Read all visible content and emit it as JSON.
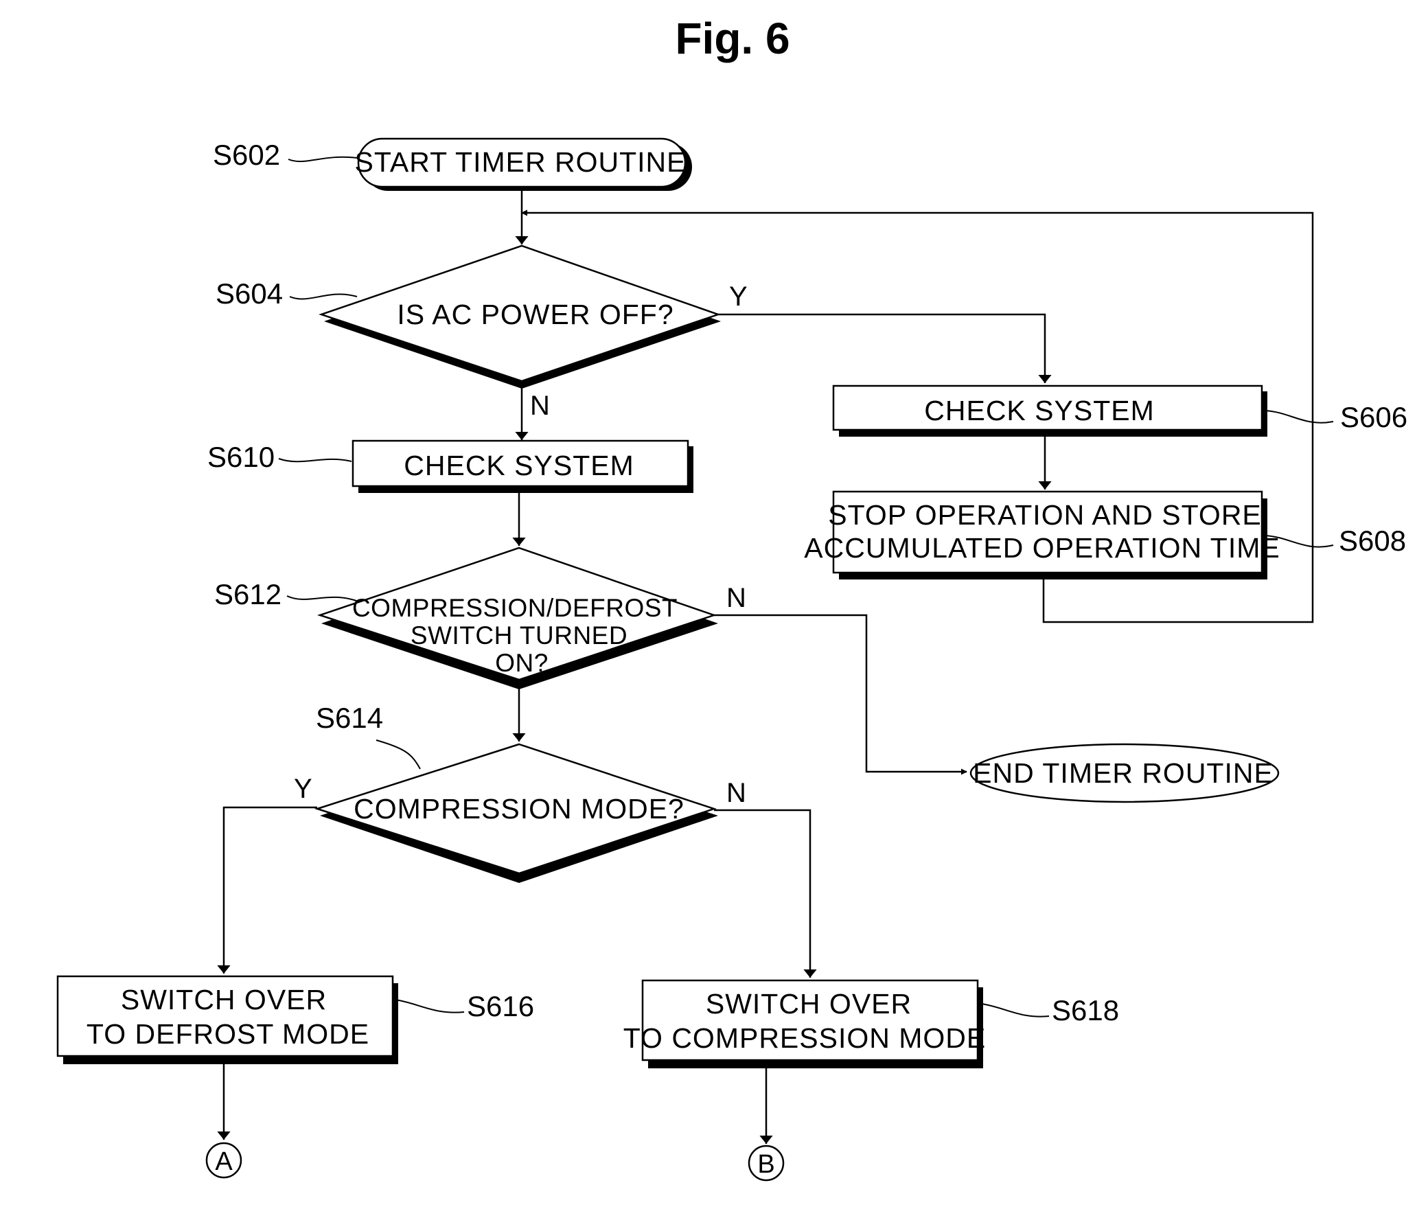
{
  "figure": {
    "title": "Fig. 6"
  },
  "steps": {
    "s602": {
      "id": "S602",
      "text": "START TIMER ROUTINE"
    },
    "s604": {
      "id": "S604",
      "text": "IS AC POWER OFF?"
    },
    "s606": {
      "id": "S606",
      "text": "CHECK SYSTEM"
    },
    "s608": {
      "id": "S608",
      "line1": "STOP OPERATION AND STORE",
      "line2": "ACCUMULATED OPERATION TIME"
    },
    "s610": {
      "id": "S610",
      "text": "CHECK SYSTEM"
    },
    "s612": {
      "id": "S612",
      "line1": "COMPRESSION/DEFROST",
      "line2": "SWITCH TURNED",
      "line3": "ON?"
    },
    "s614": {
      "id": "S614",
      "text": "COMPRESSION MODE?"
    },
    "s616": {
      "id": "S616",
      "line1": "SWITCH OVER",
      "line2": "TO DEFROST MODE"
    },
    "s618": {
      "id": "S618",
      "line1": "SWITCH OVER",
      "line2": "TO COMPRESSION MODE"
    },
    "end": {
      "text": "END TIMER ROUTINE"
    }
  },
  "branches": {
    "s604_yes": "Y",
    "s604_no": "N",
    "s612_no": "N",
    "s614_yes": "Y",
    "s614_no": "N"
  },
  "connectors": {
    "a": "A",
    "b": "B"
  }
}
